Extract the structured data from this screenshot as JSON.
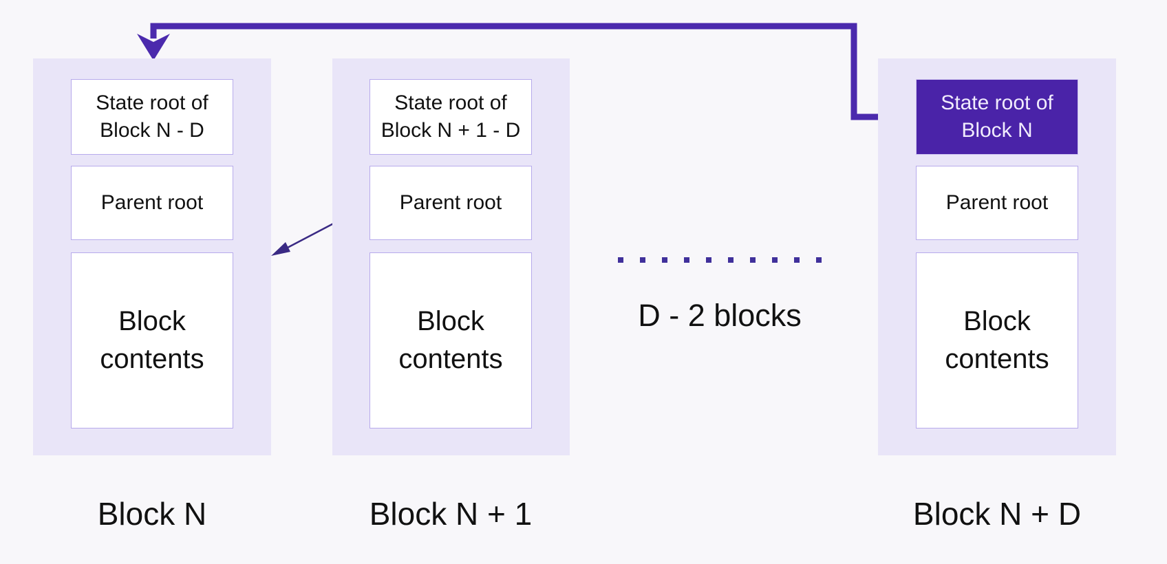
{
  "palette": {
    "page_bg": "#f8f7fa",
    "container_fill": "#e9e5f8",
    "box_border": "#b7aaec",
    "box_fill": "#ffffff",
    "highlight_fill": "#4a23a8",
    "highlight_text": "#f1ecfd",
    "arrow_thick": "#4b2aad",
    "arrow_thin": "#3a2a84",
    "dot_color": "#40309b",
    "text_color": "#111111"
  },
  "blocks": [
    {
      "label": "Block N",
      "state_root": "State root of Block N - D",
      "parent_root": "Parent root",
      "contents": "Block contents"
    },
    {
      "label": "Block N + 1",
      "state_root": "State root of Block N + 1 - D",
      "parent_root": "Parent root",
      "contents": "Block contents"
    },
    {
      "label": "Block N + D",
      "state_root": "State root of Block N",
      "parent_root": "Parent root",
      "contents": "Block contents"
    }
  ],
  "gap_label": "D - 2 blocks",
  "icons": {
    "state_root_reference_arrow": "thick elbow arrow with down and right arrowheads",
    "parent_root_reference_arrow": "thin diagonal arrow",
    "omitted_blocks_dots": "dotted horizontal line"
  }
}
